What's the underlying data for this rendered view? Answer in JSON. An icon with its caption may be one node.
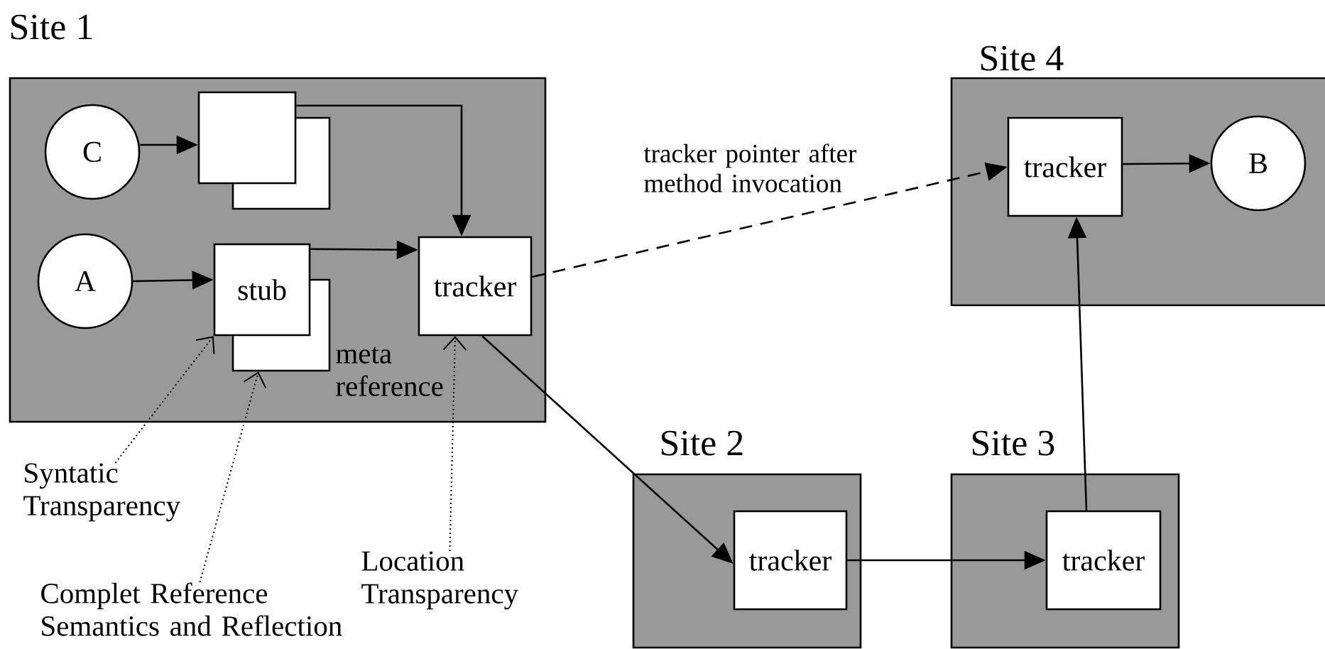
{
  "diagram": {
    "nodes": [
      {
        "text": [
          "Site 1"
        ]
      },
      {
        "text": [
          "C"
        ],
        "in": 0
      },
      {
        "text": [],
        "shape": "box",
        "in": 0
      },
      {
        "text": [
          "A"
        ],
        "in": 0
      },
      {
        "text": [
          "stub"
        ],
        "in": 0
      },
      {
        "text": [
          "tracker"
        ],
        "in": 0
      },
      {
        "text": [],
        "shape": "box",
        "in": 0,
        "beside": [
          "meta reference"
        ]
      },
      {
        "text": [
          "Site 4"
        ]
      },
      {
        "text": [
          "tracker"
        ],
        "in": 7
      },
      {
        "text": [
          "B"
        ],
        "in": 7
      },
      {
        "text": [
          "Syntatic Transparency"
        ]
      },
      {
        "text": [
          "Site 2"
        ]
      },
      {
        "text": [
          "tracker"
        ],
        "in": 11
      },
      {
        "text": [
          "Site 3"
        ]
      },
      {
        "text": [
          "tracker"
        ],
        "in": 13
      },
      {
        "text": [
          "Location Transparency"
        ]
      },
      {
        "text": [
          "Complet Reference Semantics and Reflection"
        ]
      }
    ],
    "edges": [
      {
        "from": 1,
        "to": 2,
        "arrow": "to"
      },
      {
        "from": 3,
        "to": 4,
        "arrow": "to"
      },
      {
        "from": 2,
        "to": 5,
        "arrow": "to"
      },
      {
        "from": 4,
        "to": 5,
        "arrow": "to"
      },
      {
        "from": 5,
        "to": 8,
        "arrow": "to",
        "style": "dashed",
        "label": "tracker pointer after method invocation"
      },
      {
        "from": 8,
        "to": 9,
        "arrow": "to"
      },
      {
        "from": 5,
        "to": 12,
        "arrow": "to"
      },
      {
        "from": 12,
        "to": 14,
        "arrow": "to"
      },
      {
        "from": 14,
        "to": 8,
        "arrow": "to"
      },
      {
        "from": 10,
        "to": 4,
        "arrow": "to",
        "style": "dashed"
      },
      {
        "from": 16,
        "to": 6,
        "arrow": "to",
        "style": "dashed"
      },
      {
        "from": 15,
        "to": 5,
        "arrow": "to",
        "style": "dashed"
      }
    ]
  }
}
